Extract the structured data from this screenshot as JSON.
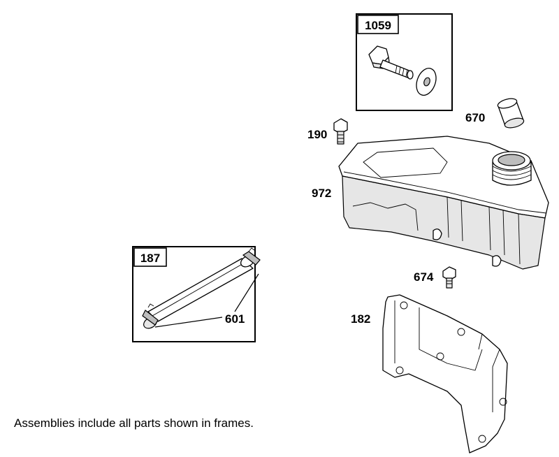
{
  "frames": [
    {
      "id": "1059"
    },
    {
      "id": "187"
    }
  ],
  "callouts": {
    "p670": "670",
    "p190": "190",
    "p972": "972",
    "p674": "674",
    "p182": "182",
    "p601": "601"
  },
  "note": "Assemblies include all parts shown in frames."
}
